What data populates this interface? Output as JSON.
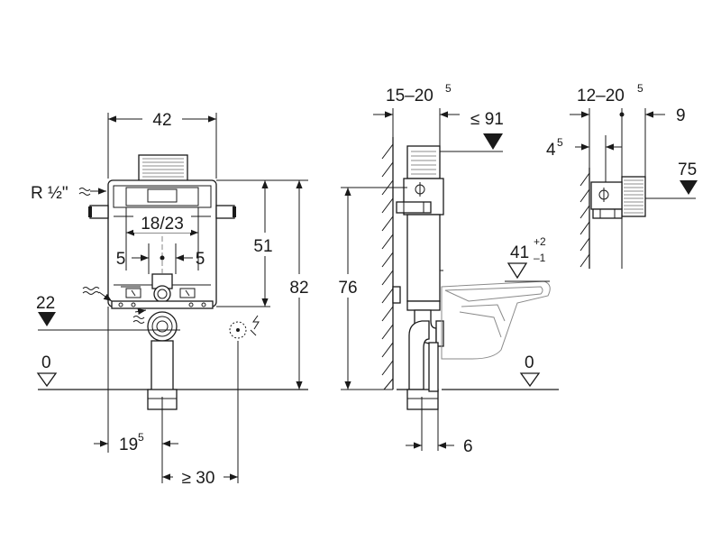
{
  "front_view": {
    "width": "42",
    "connection": "R ½\"",
    "frame_width": "18/23",
    "offset_left": "5",
    "offset_right": "5",
    "height_51": "51",
    "height_82": "82",
    "level_22": "22",
    "level_0": "0",
    "dist_19": "19",
    "dist_19_sup": "5",
    "dist_30": "≥ 30"
  },
  "side_view": {
    "depth": "15–20",
    "depth_sup": "5",
    "max_91": "≤ 91",
    "height_76": "76",
    "bowl_height": "41",
    "bowl_tol_plus": "+2",
    "bowl_tol_minus": "–1",
    "level_0": "0",
    "dist_6": "6"
  },
  "detail_view": {
    "depth": "12–20",
    "depth_sup": "5",
    "dim_9": "9",
    "dim_4": "4",
    "dim_4_sup": "5",
    "level_75": "75"
  }
}
